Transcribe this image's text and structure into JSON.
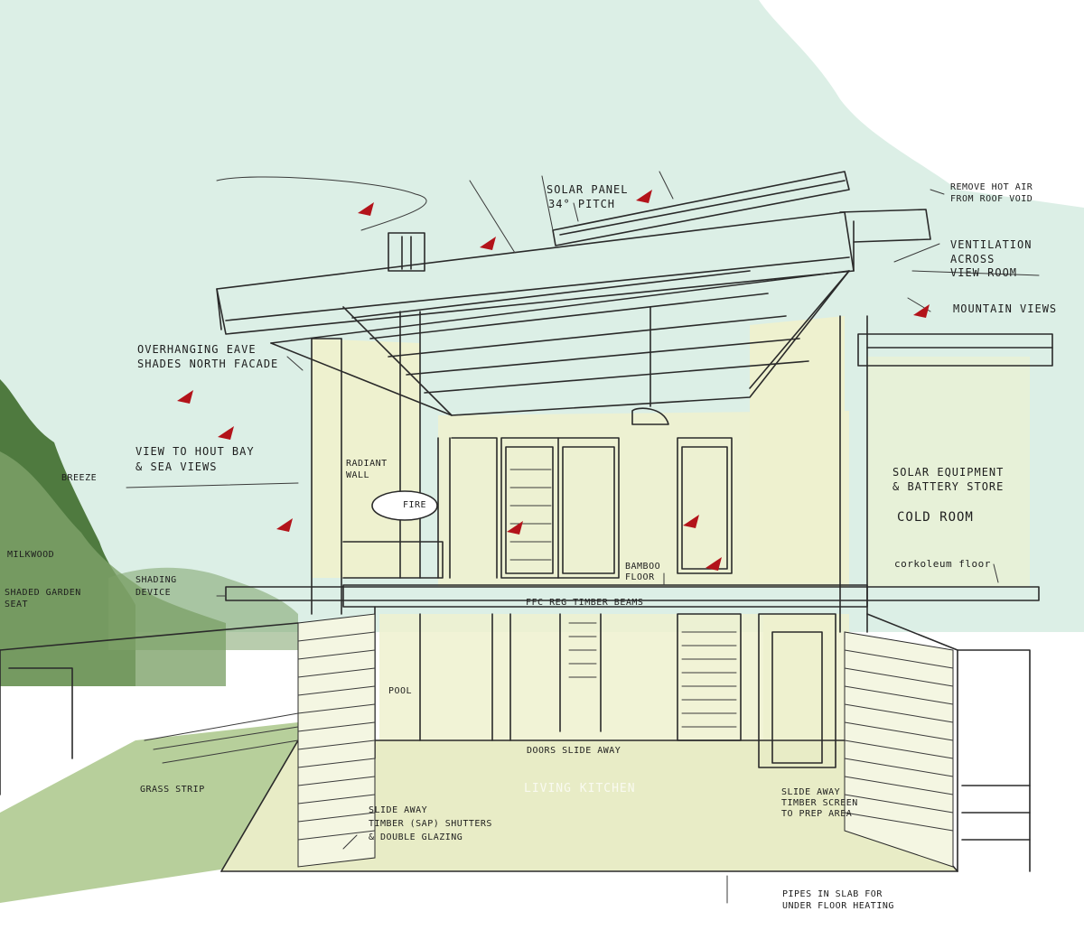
{
  "colors": {
    "sky": "#dcefe6",
    "wall": "#eef1cf",
    "ground": "#e8ecc6",
    "foliage": "#7ea36a",
    "foliage_dark": "#4f7a3f",
    "grass": "#9fbf7a",
    "ink": "#2a2a2a",
    "leaf_red": "#b3131a"
  },
  "annotations": {
    "solar_panel": "SOLAR PANEL",
    "pitch": "34° PITCH",
    "remove_hot_air_1": "REMOVE HOT AIR",
    "remove_hot_air_2": "FROM ROOF VOID",
    "ventilation_1": "VENTILATION",
    "ventilation_2": "ACROSS",
    "ventilation_3": "VIEW ROOM",
    "mountain_views": "MOUNTAIN VIEWS",
    "overhanging_eave_1": "OVERHANGING EAVE",
    "overhanging_eave_2": "SHADES NORTH FACADE",
    "view_to_hout_bay_1": "VIEW TO HOUT BAY",
    "view_to_hout_bay_2": "& SEA VIEWS",
    "breeze": "BREEZE",
    "radiant_wall_1": "RADIANT",
    "radiant_wall_2": "WALL",
    "fire": "FIRE",
    "solar_equipment_1": "SOLAR EQUIPMENT",
    "solar_equipment_2": "& BATTERY STORE",
    "cold_room": "COLD ROOM",
    "corkoleum_floor": "corkoleum floor",
    "milkwood": "MILKWOOD",
    "shading_device_1": "SHADING",
    "shading_device_2": "DEVICE",
    "shaded_garden_seat_1": "SHADED GARDEN",
    "shaded_garden_seat_2": "SEAT",
    "bamboo_floor_1": "BAMBOO",
    "bamboo_floor_2": "FLOOR",
    "ffc_beams": "FFC REG TIMBER BEAMS",
    "pool": "POOL",
    "doors_slide_away": "DOORS SLIDE AWAY",
    "living_kitchen": "LIVING KITCHEN",
    "grass_strip": "GRASS STRIP",
    "slide_away_timber_screen_1": "SLIDE AWAY",
    "slide_away_timber_screen_2": "TIMBER SCREEN",
    "slide_away_timber_screen_3": "TO PREP AREA",
    "slide_away_shutters_1": "SLIDE AWAY",
    "slide_away_shutters_2": "TIMBER (SAP) SHUTTERS",
    "slide_away_shutters_3": "& DOUBLE GLAZING",
    "pipes_in_slab_1": "PIPES IN SLAB FOR",
    "pipes_in_slab_2": "UNDER FLOOR HEATING"
  }
}
